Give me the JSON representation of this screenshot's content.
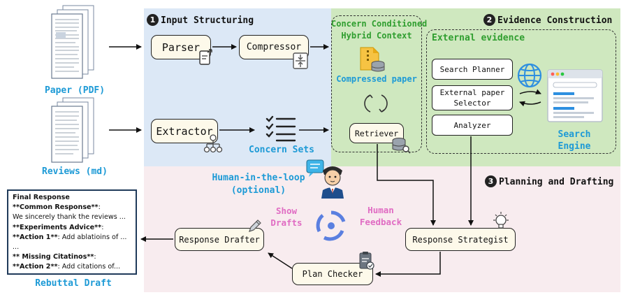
{
  "sections": {
    "input": {
      "num": "1",
      "title": "Input Structuring"
    },
    "evidence": {
      "num": "2",
      "title": "Evidence Construction"
    },
    "planning": {
      "num": "3",
      "title": "Planning and Drafting"
    }
  },
  "inputs": {
    "paper": "Paper (PDF)",
    "reviews": "Reviews (md)"
  },
  "modules": {
    "parser": "Parser",
    "compressor": "Compressor",
    "extractor": "Extractor",
    "concern_sets": "Concern Sets",
    "context_title_line1": "Concern Conditioned",
    "context_title_line2": "Hybrid Context",
    "compressed_paper": "Compressed paper",
    "retriever": "Retriever",
    "external_evidence": "External evidence",
    "search_planner": "Search Planner",
    "external_selector_line1": "External paper",
    "external_selector_line2": "Selector",
    "analyzer": "Analyzer",
    "search_engine_line1": "Search",
    "search_engine_line2": "Engine",
    "human_loop_line1": "Human-in-the-loop",
    "human_loop_line2": "(optional)",
    "show_drafts_line1": "Show",
    "show_drafts_line2": "Drafts",
    "human_feedback_line1": "Human",
    "human_feedback_line2": "Feedback",
    "response_strategist": "Response Strategist",
    "response_drafter": "Response Drafter",
    "plan_checker": "Plan Checker"
  },
  "final_response": {
    "title": "Final Response",
    "lines": [
      {
        "bold": "**Common Response**",
        "text": ":"
      },
      {
        "bold": "",
        "text": "We sincerely thank the reviews ..."
      },
      {
        "bold": "**Experiments Advice**",
        "text": ":"
      },
      {
        "bold": "**Action 1**",
        "text": ": Add ablatioins of ..."
      },
      {
        "bold": "",
        "text": "..."
      },
      {
        "bold": "** Missing Citatinos**",
        "text": ":"
      },
      {
        "bold": "**Action 2**",
        "text": ": Add citations of..."
      }
    ],
    "caption": "Rebuttal Draft"
  },
  "colors": {
    "input_bg": "#dce8f6",
    "evidence_bg": "#cfe8bf",
    "planning_bg": "#f8ecef",
    "accent_blue": "#1d9ad6",
    "accent_green": "#2f9e2f",
    "accent_pink": "#e06cc3"
  }
}
